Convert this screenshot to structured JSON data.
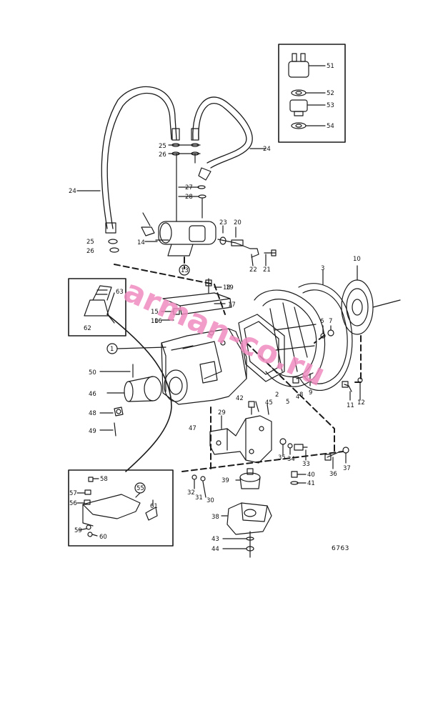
{
  "figure_number": "6763",
  "watermark": "arman-co.ru",
  "callouts": [
    "1",
    "2",
    "3",
    "4",
    "5",
    "6",
    "7",
    "8",
    "9",
    "10",
    "10",
    "11",
    "12",
    "13",
    "14",
    "15",
    "16",
    "17",
    "18",
    "19",
    "20",
    "21",
    "22",
    "23",
    "24",
    "24",
    "25",
    "25",
    "26",
    "26",
    "27",
    "28",
    "29",
    "30",
    "31",
    "32",
    "33",
    "34",
    "35",
    "36",
    "37",
    "38",
    "39",
    "40",
    "41",
    "42",
    "43",
    "44",
    "45",
    "46",
    "47",
    "48",
    "49",
    "50",
    "51",
    "52",
    "53",
    "54",
    "55",
    "56",
    "57",
    "58",
    "59",
    "60",
    "61",
    "62",
    "63"
  ]
}
